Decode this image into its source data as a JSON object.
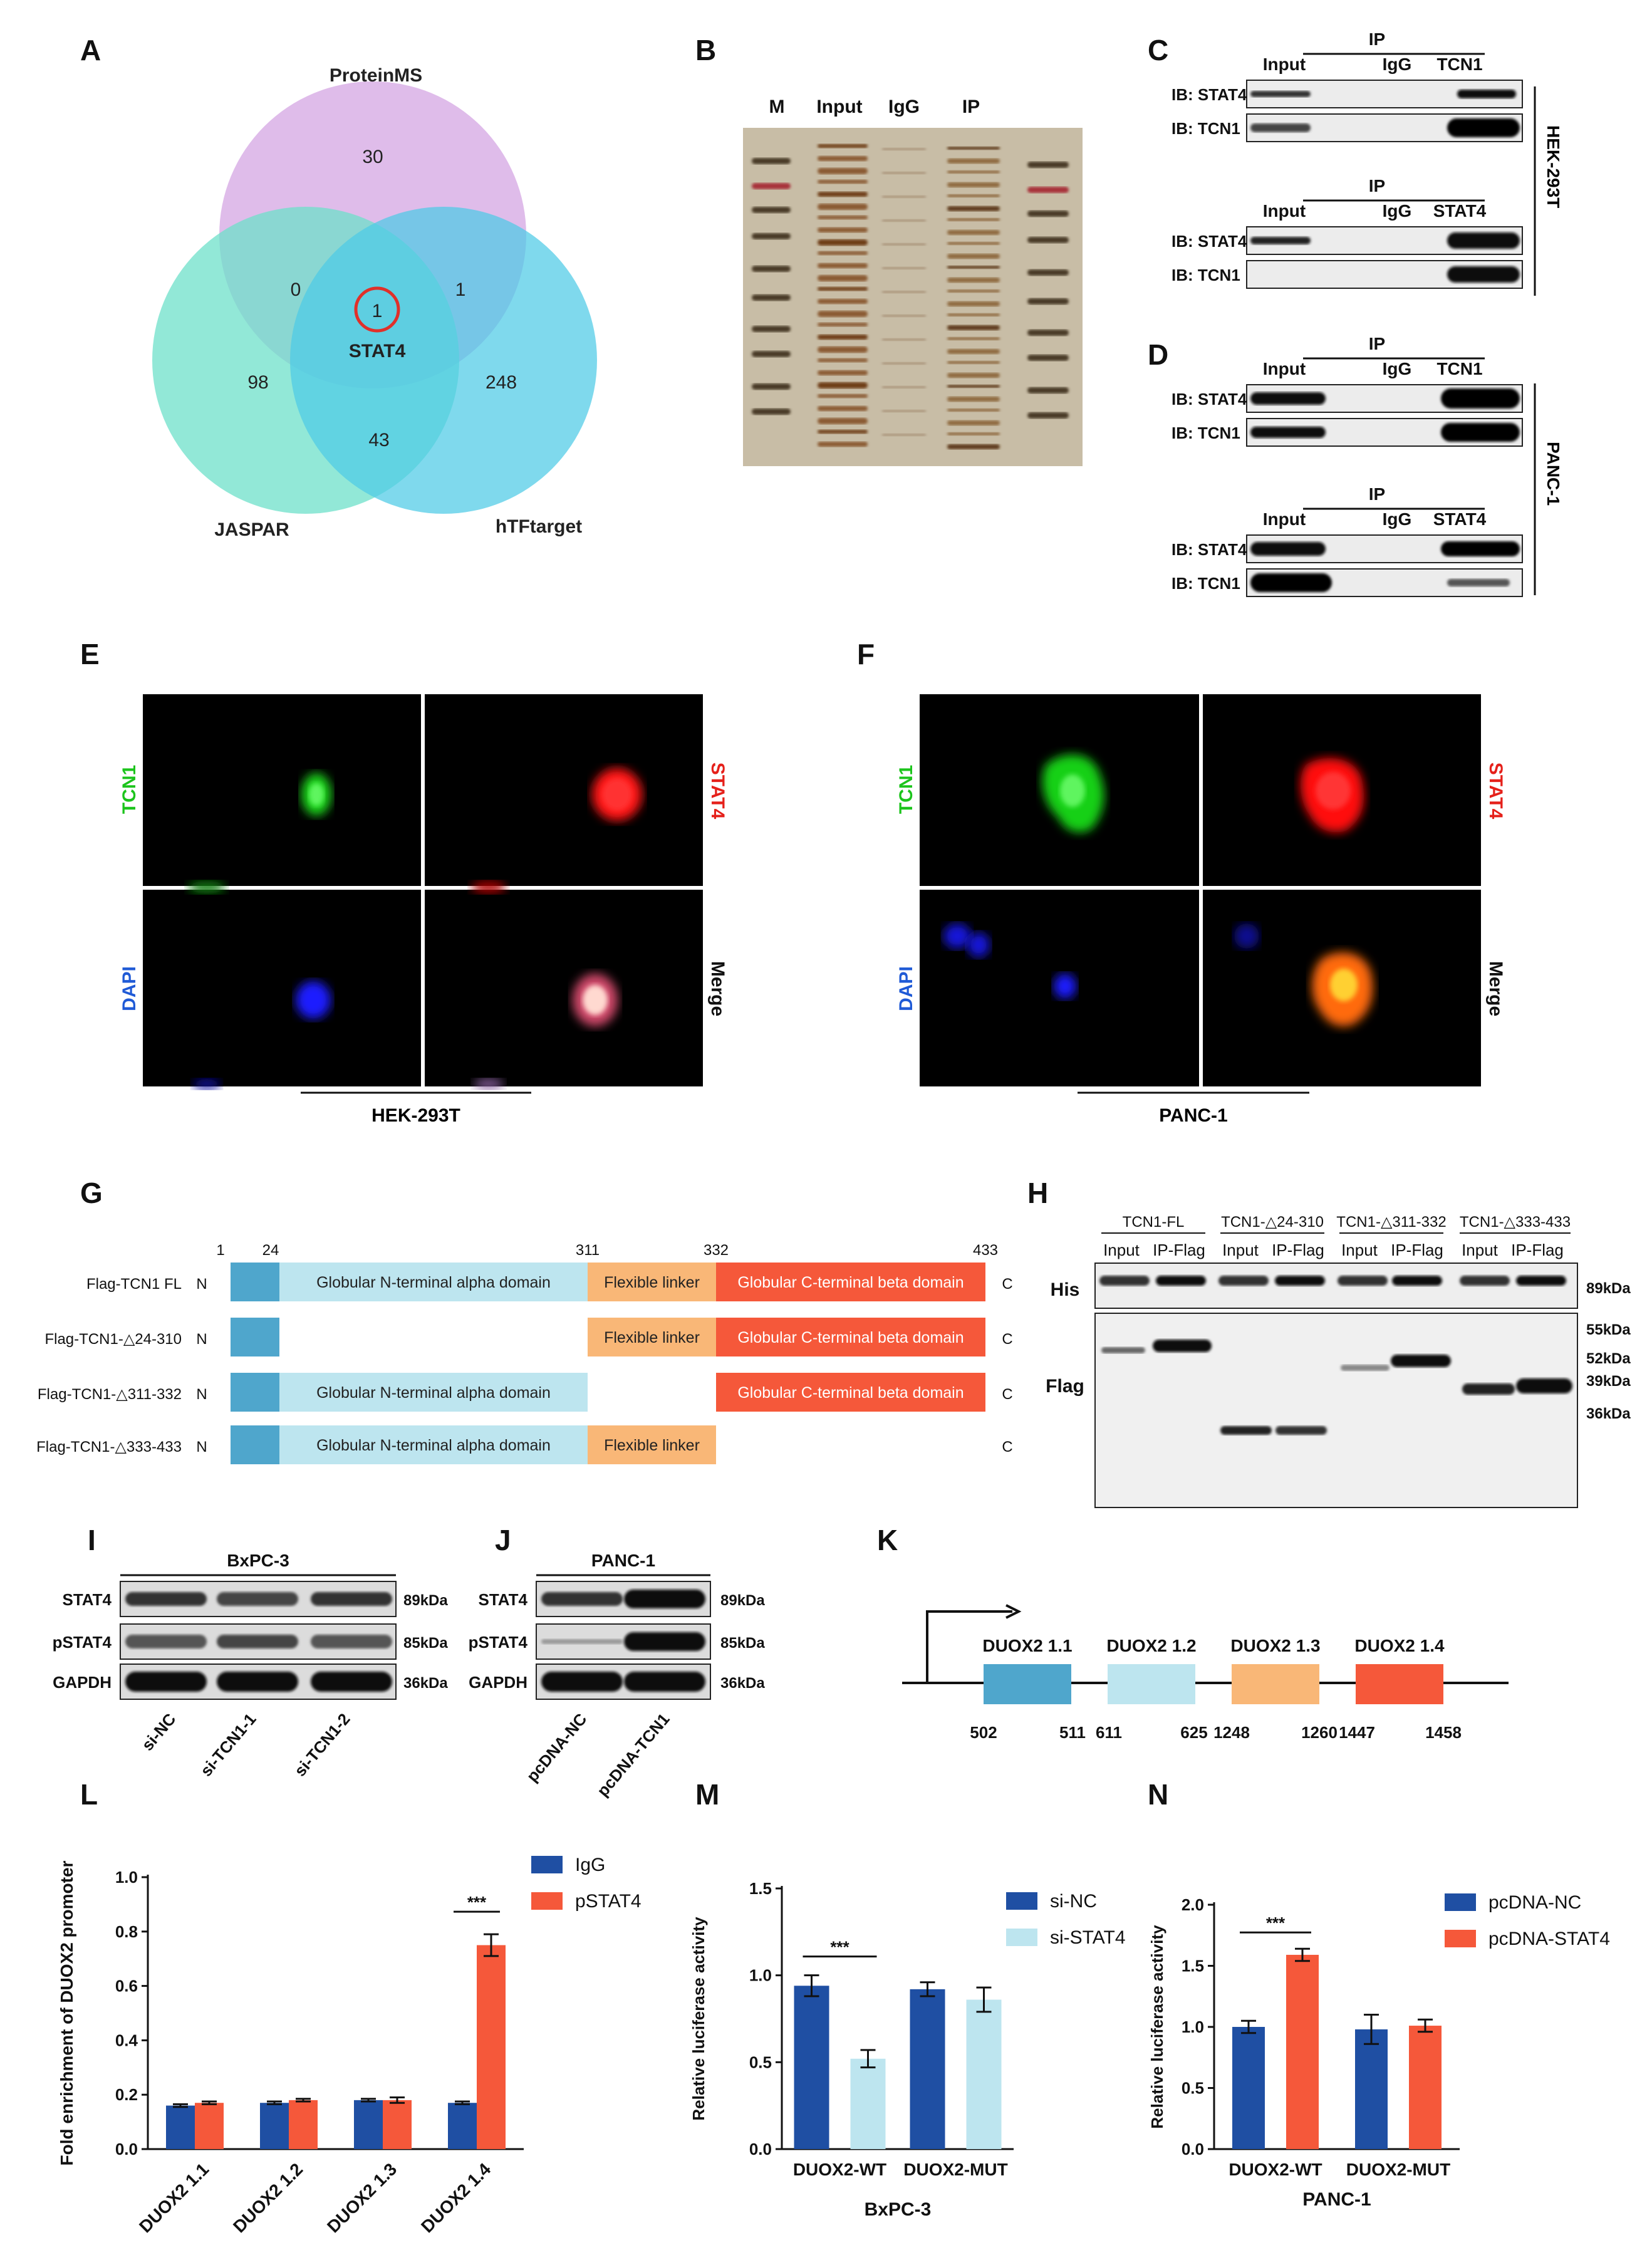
{
  "panels": {
    "A": "A",
    "B": "B",
    "C": "C",
    "D": "D",
    "E": "E",
    "F": "F",
    "G": "G",
    "H": "H",
    "I": "I",
    "J": "J",
    "K": "K",
    "L": "L",
    "M": "M",
    "N": "N"
  },
  "venn": {
    "proteinms": "ProteinMS",
    "jaspar": "JASPAR",
    "htftarget": "hTFtarget",
    "n_only_pm": "30",
    "n_pm_jaspar": "0",
    "n_pm_htf": "1",
    "n_center": "1",
    "center_label": "STAT4",
    "n_only_jaspar": "98",
    "n_only_htf": "248",
    "n_jaspar_htf": "43",
    "colors": {
      "pm": "#d9b0e6",
      "jaspar": "#6ee0c9",
      "htf": "#4dcbe6",
      "circle": "#e0302a"
    }
  },
  "gel": {
    "lanes": [
      "M",
      "Input",
      "IgG",
      "IP"
    ]
  },
  "coip": {
    "input": "Input",
    "igg": "IgG",
    "ip": "IP",
    "tcn1": "TCN1",
    "stat4": "STAT4",
    "ib_stat4": "IB: STAT4",
    "ib_tcn1": "IB: TCN1",
    "hek": "HEK-293T",
    "panc": "PANC-1"
  },
  "if": {
    "tcn1": "TCN1",
    "stat4": "STAT4",
    "dapi": "DAPI",
    "merge": "Merge",
    "hek": "HEK-293T",
    "panc": "PANC-1"
  },
  "domains": {
    "ticks": [
      "1",
      "24",
      "311",
      "332",
      "433"
    ],
    "rows": [
      "Flag-TCN1 FL",
      "Flag-TCN1-△24-310",
      "Flag-TCN1-△311-332",
      "Flag-TCN1-△333-433"
    ],
    "n": "N",
    "c": "C",
    "alpha": "Globular N-terminal alpha domain",
    "linker": "Flexible linker",
    "beta": "Globular C-terminal beta domain",
    "colors": {
      "start": "#4fa6cc",
      "alpha": "#bde5ef",
      "linker": "#f9b777",
      "beta": "#f5583a"
    }
  },
  "blotH": {
    "groups": [
      "TCN1-FL",
      "TCN1-△24-310",
      "TCN1-△311-332",
      "TCN1-△333-433"
    ],
    "input": "Input",
    "ipflag": "IP-Flag",
    "his": "His",
    "flag": "Flag",
    "kda": [
      "89kDa",
      "55kDa",
      "52kDa",
      "39kDa",
      "36kDa"
    ]
  },
  "blotI": {
    "title": "BxPC-3",
    "rows": [
      "STAT4",
      "pSTAT4",
      "GAPDH"
    ],
    "kda": [
      "89kDa",
      "85kDa",
      "36kDa"
    ],
    "lanes": [
      "si-NC",
      "si-TCN1-1",
      "si-TCN1-2"
    ]
  },
  "blotJ": {
    "title": "PANC-1",
    "rows": [
      "STAT4",
      "pSTAT4",
      "GAPDH"
    ],
    "kda": [
      "89kDa",
      "85kDa",
      "36kDa"
    ],
    "lanes": [
      "pcDNA-NC",
      "pcDNA-TCN1"
    ]
  },
  "promoter": {
    "sites": [
      "DUOX2 1.1",
      "DUOX2 1.2",
      "DUOX2 1.3",
      "DUOX2 1.4"
    ],
    "positions": [
      "502",
      "511",
      "611",
      "625",
      "1248",
      "1260",
      "1447",
      "1458"
    ],
    "colors": [
      "#4fa6cc",
      "#bde5ef",
      "#f9b777",
      "#f5583a"
    ]
  },
  "chart_data": [
    {
      "type": "bar",
      "panel": "L",
      "categories": [
        "DUOX2 1.1",
        "DUOX2 1.2",
        "DUOX2 1.3",
        "DUOX2 1.4"
      ],
      "series": [
        {
          "name": "IgG",
          "values": [
            0.16,
            0.17,
            0.18,
            0.17
          ],
          "errors": [
            0.005,
            0.005,
            0.005,
            0.005
          ],
          "color": "#1f4fa3"
        },
        {
          "name": "pSTAT4",
          "values": [
            0.17,
            0.18,
            0.18,
            0.75
          ],
          "errors": [
            0.005,
            0.005,
            0.01,
            0.04
          ],
          "color": "#f5583a"
        }
      ],
      "ylabel": "Fold enrichment of DUOX2 promoter",
      "xlabel": "",
      "ylim": [
        0.0,
        1.0
      ],
      "yticks": [
        "0.0",
        "0.2",
        "0.4",
        "0.6",
        "0.8",
        "1.0"
      ],
      "significance": [
        {
          "category": "DUOX2 1.4",
          "label": "***"
        }
      ],
      "legend": "top-right"
    },
    {
      "type": "bar",
      "panel": "M",
      "categories": [
        "DUOX2-WT",
        "DUOX2-MUT"
      ],
      "series": [
        {
          "name": "si-NC",
          "values": [
            0.94,
            0.92
          ],
          "errors": [
            0.06,
            0.04
          ],
          "color": "#1f4fa3"
        },
        {
          "name": "si-STAT4",
          "values": [
            0.52,
            0.86
          ],
          "errors": [
            0.05,
            0.07
          ],
          "color": "#bde5ef"
        }
      ],
      "ylabel": "Relative luciferase activity",
      "xlabel": "BxPC-3",
      "ylim": [
        0.0,
        1.5
      ],
      "yticks": [
        "0.0",
        "0.5",
        "1.0",
        "1.5"
      ],
      "significance": [
        {
          "category": "DUOX2-WT",
          "label": "***"
        }
      ],
      "legend": "top-right"
    },
    {
      "type": "bar",
      "panel": "N",
      "categories": [
        "DUOX2-WT",
        "DUOX2-MUT"
      ],
      "series": [
        {
          "name": "pcDNA-NC",
          "values": [
            1.0,
            0.98
          ],
          "errors": [
            0.05,
            0.12
          ],
          "color": "#1f4fa3"
        },
        {
          "name": "pcDNA-STAT4",
          "values": [
            1.59,
            1.01
          ],
          "errors": [
            0.05,
            0.05
          ],
          "color": "#f5583a"
        }
      ],
      "ylabel": "Relative luciferase activity",
      "xlabel": "PANC-1",
      "ylim": [
        0.0,
        2.0
      ],
      "yticks": [
        "0.0",
        "0.5",
        "1.0",
        "1.5",
        "2.0"
      ],
      "significance": [
        {
          "category": "DUOX2-WT",
          "label": "***"
        }
      ],
      "legend": "top-right"
    }
  ]
}
